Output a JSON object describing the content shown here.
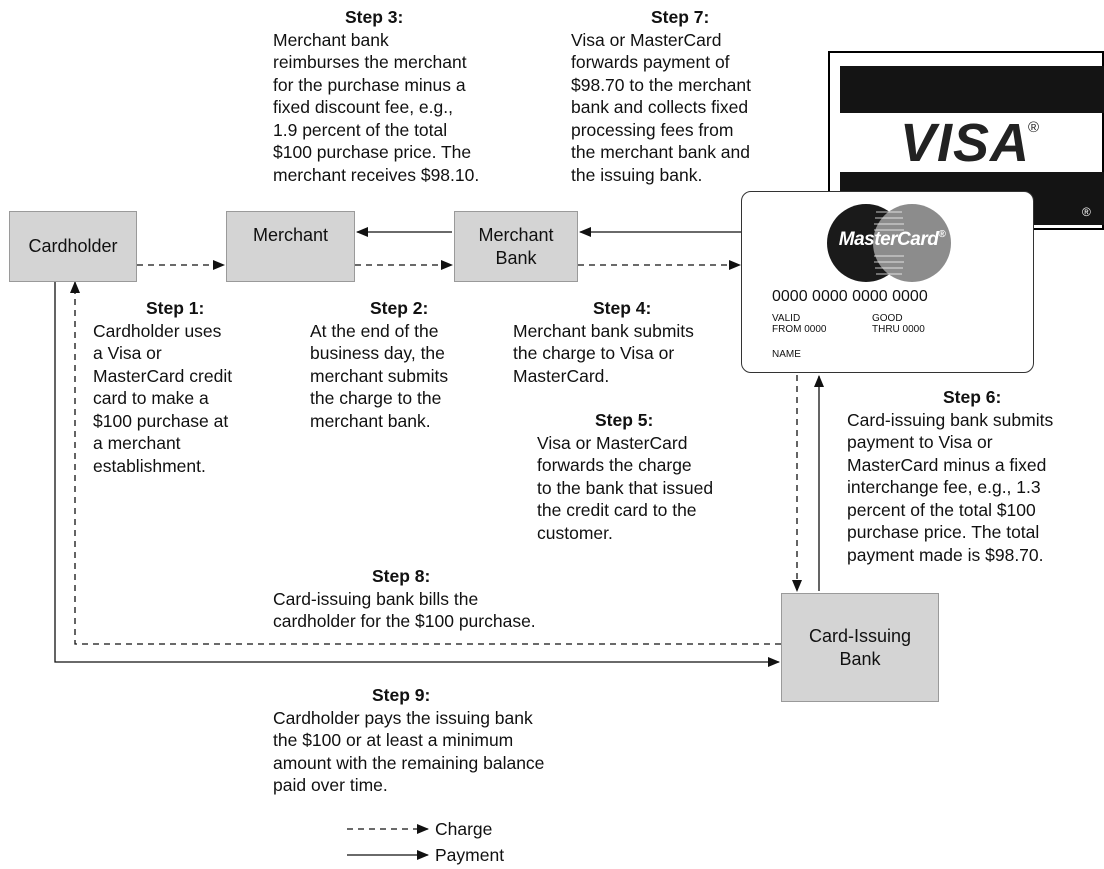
{
  "boxes": {
    "cardholder": "Cardholder",
    "merchant": "Merchant",
    "merchant_bank": "Merchant\nBank",
    "card_issuing_bank": "Card-Issuing\nBank"
  },
  "steps": {
    "step1": {
      "title": "Step 1:",
      "lines": [
        "Cardholder uses",
        "a Visa or",
        "MasterCard credit",
        "card to make a",
        "$100 purchase at",
        "a merchant",
        "establishment."
      ]
    },
    "step2": {
      "title": "Step 2:",
      "lines": [
        "At the end of the",
        "business day, the",
        "merchant submits",
        "the charge to the",
        "merchant bank."
      ]
    },
    "step3": {
      "title": "Step 3:",
      "lines": [
        "Merchant bank",
        "reimburses the merchant",
        "for the purchase minus a",
        "fixed discount fee, e.g.,",
        "1.9 percent of the total",
        "$100 purchase price. The",
        "merchant receives $98.10."
      ]
    },
    "step4": {
      "title": "Step 4:",
      "lines": [
        "Merchant bank submits",
        "the charge to Visa or",
        "MasterCard."
      ]
    },
    "step5": {
      "title": "Step 5:",
      "lines": [
        "Visa or MasterCard",
        "forwards the charge",
        "to the bank that issued",
        "the credit card to the",
        "customer."
      ]
    },
    "step6": {
      "title": "Step 6:",
      "lines": [
        "Card-issuing bank submits",
        "payment to Visa or",
        "MasterCard minus a fixed",
        "interchange fee, e.g., 1.3",
        "percent of the total $100",
        "purchase price. The total",
        "payment made is $98.70."
      ]
    },
    "step7": {
      "title": "Step 7:",
      "lines": [
        "Visa or MasterCard",
        "forwards payment of",
        "$98.70 to the merchant",
        "bank and collects fixed",
        "processing fees from",
        "the merchant bank and",
        "the issuing bank."
      ]
    },
    "step8": {
      "title": "Step 8:",
      "lines": [
        "Card-issuing bank bills the",
        "cardholder for the $100 purchase."
      ]
    },
    "step9": {
      "title": "Step 9:",
      "lines": [
        "Cardholder pays the issuing bank",
        "the $100 or at least a minimum",
        "amount with the remaining balance",
        "paid over time."
      ]
    }
  },
  "visa_card": {
    "brand": "VISA",
    "registered": "®"
  },
  "mastercard": {
    "brand": "MasterCard",
    "registered": "®",
    "number": "0000 0000 0000 0000",
    "valid_from": "VALID\nFROM 0000",
    "good_thru": "GOOD\nTHRU 0000",
    "name": "NAME"
  },
  "legend": {
    "charge": "Charge",
    "payment": "Payment"
  },
  "colors": {
    "box_fill": "#d4d4d4",
    "box_border": "#9a9a9a",
    "line": "#111111",
    "mc_red": "#1a1a1a",
    "mc_yellow": "#8c8c8c"
  }
}
